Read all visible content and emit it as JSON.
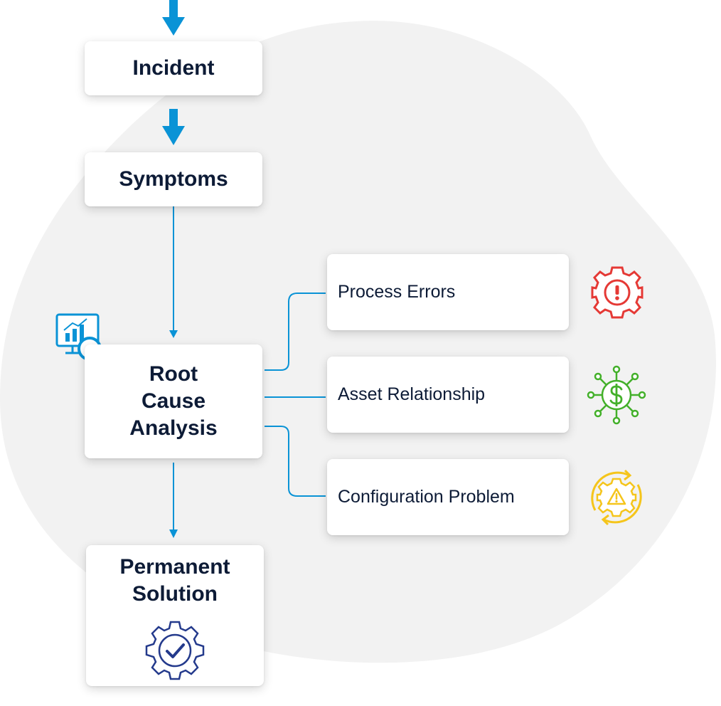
{
  "flow": {
    "incident": "Incident",
    "symptoms": "Symptoms",
    "root_cause": [
      "Root",
      "Cause",
      "Analysis"
    ],
    "solution": [
      "Permanent",
      "Solution"
    ]
  },
  "branches": [
    {
      "label": "Process Errors",
      "icon": "warning-gear-icon",
      "color": "#e53935"
    },
    {
      "label": "Asset Relationship",
      "icon": "dollar-network-icon",
      "color": "#43b02a"
    },
    {
      "label": "Configuration Problem",
      "icon": "alert-cycle-icon",
      "color": "#f5c51b"
    }
  ],
  "colors": {
    "arrow": "#0a93d6",
    "text": "#0d1b36",
    "background_blob": "#f2f2f2",
    "solution_icon": "#243a8c"
  }
}
